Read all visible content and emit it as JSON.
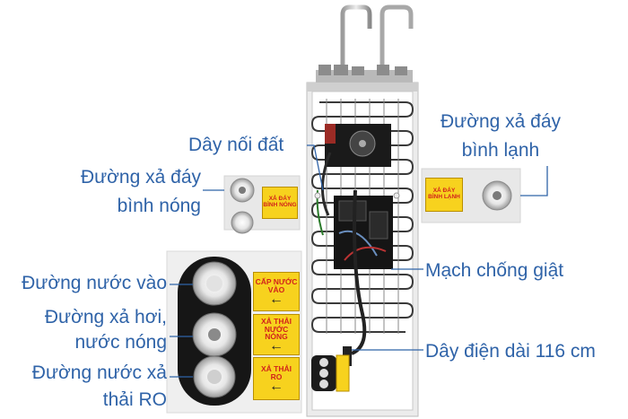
{
  "labels": {
    "ground_wire": "Dây nối đất",
    "cold_drain_line1": "Đường xả đáy",
    "cold_drain_line2": "bình lạnh",
    "hot_drain_line1": "Đường xả đáy",
    "hot_drain_line2": "bình nóng",
    "water_inlet": "Đường nước vào",
    "steam_drain_line1": "Đường xả hơi,",
    "steam_drain_line2": "nước nóng",
    "ro_drain_line1": "Đường nước xả",
    "ro_drain_line2": "thải RO",
    "anti_shock": "Mạch chống giật",
    "power_cord": "Dây điện dài 116 cm"
  },
  "tags": {
    "water_in_line1": "CẤP NƯỚC",
    "water_in_line2": "VÀO",
    "hot_drain_line1": "XẢ THẢI",
    "hot_drain_line2": "NƯỚC NÓNG",
    "ro_drain_line1": "XẢ THẢI",
    "ro_drain_line2": "RO",
    "small_left_line1": "XẢ ĐÁY",
    "small_left_line2": "BÌNH NÓNG",
    "small_right_line1": "XẢ ĐÁY",
    "small_right_line2": "BÌNH LẠNH"
  },
  "colors": {
    "label_blue": "#2f63a8",
    "tag_yellow": "#f7d21e",
    "tag_red": "#d2231b"
  }
}
